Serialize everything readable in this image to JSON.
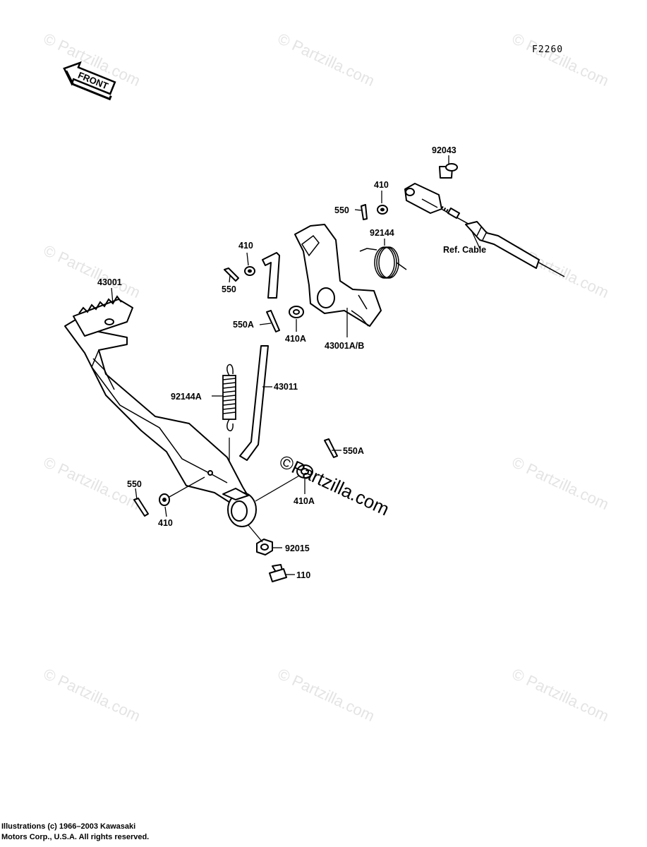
{
  "figure_code": "F2260",
  "front_marker": "FRONT",
  "watermark": {
    "text": "© Partzilla.com",
    "center_text": "©Partzilla.com"
  },
  "copyright": {
    "line1": "Illustrations (c) 1966–2003 Kawasaki",
    "line2": "Motors Corp., U.S.A.  All rights reserved."
  },
  "labels": {
    "p92043": "92043",
    "p410_top": "410",
    "p550_top": "550",
    "p92144": "92144",
    "ref_cable": "Ref. Cable",
    "p410_mid": "410",
    "p550_mid": "550",
    "p43001": "43001",
    "p550A_mid": "550A",
    "p410A_mid": "410A",
    "p43001AB": "43001A/B",
    "p92144A": "92144A",
    "p43011": "43011",
    "p550A_low": "550A",
    "p410A_low": "410A",
    "p550_low": "550",
    "p410_low": "410",
    "p92015": "92015",
    "p110": "110"
  }
}
